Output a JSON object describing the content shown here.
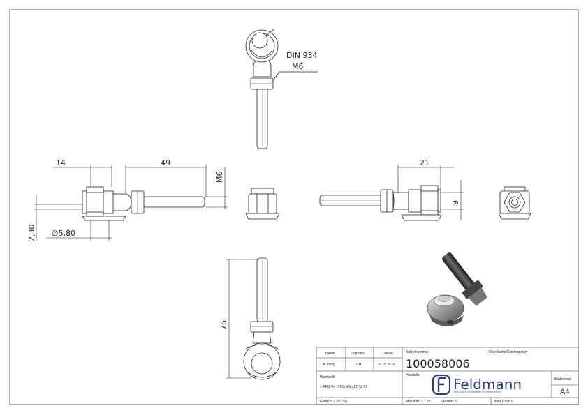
{
  "callout": {
    "line1": "DIN 934",
    "line2": "M6"
  },
  "dimensions": {
    "d14": "14",
    "d49": "49",
    "dM6": "M6",
    "d21": "21",
    "d9": "9",
    "d230": "2,30",
    "d580": "∅5,80",
    "d76": "76"
  },
  "title_block": {
    "name_label": "Name",
    "signature_label": "Signatur",
    "date_label": "Datum",
    "name_value": "Ch. Häfig",
    "signature_value": "CH",
    "date_value": "03.07.2018",
    "article_label": "Artikelnummer",
    "article_number": "100058006",
    "surface_label": "Oberfläche:",
    "surface_value": "Elektropoliert",
    "material_label": "Werkstoff:",
    "material_value": "1.4401/04 (X5CrNiMo17-12-2)",
    "manufacturer_label": "Hersteller",
    "logo_name": "Feldmann",
    "logo_tagline": "EDELSTAHL • ALUMINIUM • SCHMIEDEEISEN",
    "format_label": "Blattformat",
    "format_value": "A4",
    "weight": "Gewicht 0,052 kg",
    "scale": "Masstab: 1:1.25",
    "version": "Version: 1",
    "sheet": "Blatt 1 von 5"
  },
  "colors": {
    "line": "#222222",
    "logo": "#2f3f73"
  }
}
